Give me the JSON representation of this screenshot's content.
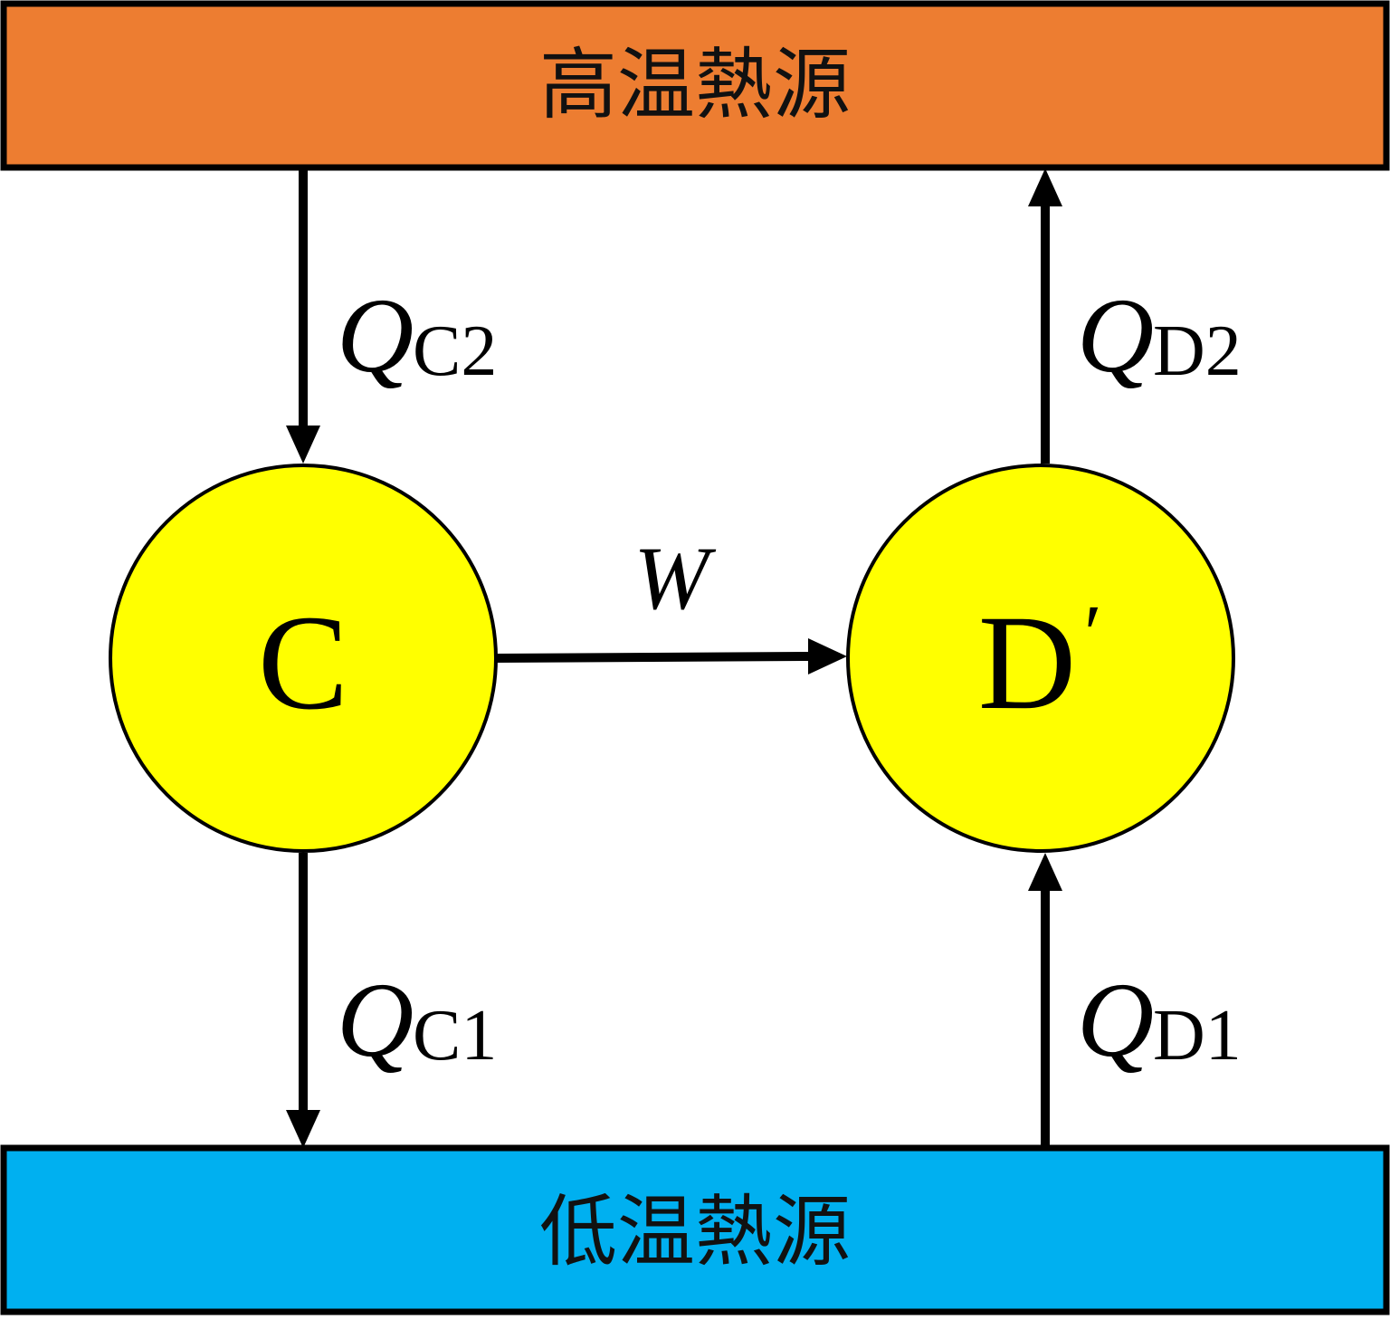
{
  "reservoirs": {
    "hot": {
      "label": "高温熱源",
      "color": "#ED7D31"
    },
    "cold": {
      "label": "低温熱源",
      "color": "#00B0F0"
    }
  },
  "engines": {
    "c": {
      "label": "C",
      "color": "#FFFF00"
    },
    "d": {
      "label": "D",
      "prime": "′",
      "color": "#FFFF00"
    }
  },
  "flows": {
    "qc2": {
      "symbol": "Q",
      "subscript": "C2"
    },
    "qc1": {
      "symbol": "Q",
      "subscript": "C1"
    },
    "qd2": {
      "symbol": "Q",
      "subscript": "D2"
    },
    "qd1": {
      "symbol": "Q",
      "subscript": "D1"
    },
    "work": {
      "symbol": "W"
    }
  }
}
